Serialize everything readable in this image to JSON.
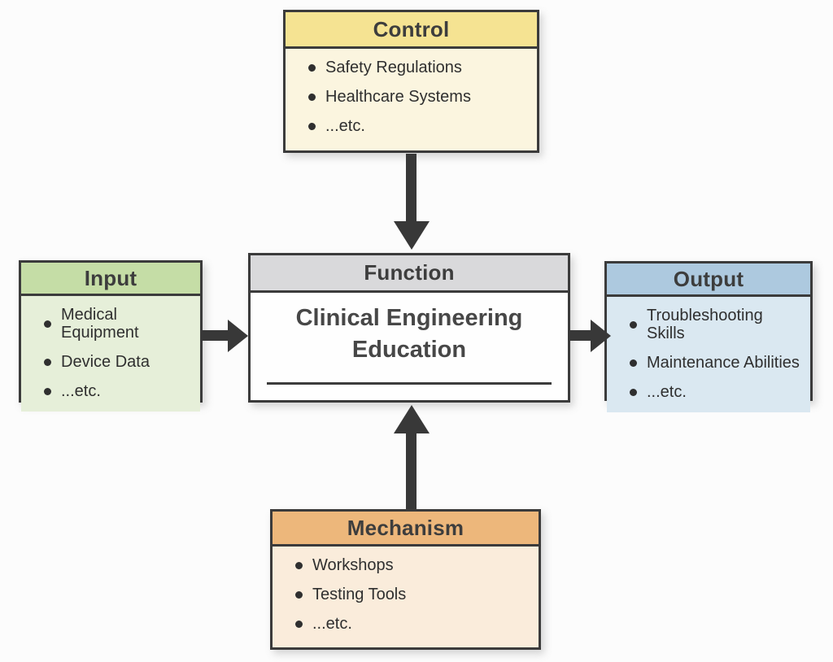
{
  "diagram": {
    "type": "IDEF0-function-block",
    "background": "#fcfcfc",
    "border_color": "#3b3b3b",
    "arrow_color": "#383838",
    "text_color": "#2f2f2f"
  },
  "boxes": {
    "control": {
      "label": "Control",
      "items": [
        "Safety Regulations",
        "Healthcare Systems",
        "...etc."
      ],
      "header_color": "#f5e392",
      "body_color": "#fbf5df"
    },
    "input": {
      "label": "Input",
      "items": [
        "Medical Equipment",
        "Device Data",
        "...etc."
      ],
      "header_color": "#c5dda6",
      "body_color": "#e6efd9"
    },
    "function": {
      "label": "Function",
      "content": "Clinical Engineering Education",
      "header_color": "#d9d9db",
      "body_color": "#fefefe"
    },
    "output": {
      "label": "Output",
      "items": [
        "Troubleshooting Skills",
        "Maintenance Abilities",
        "...etc."
      ],
      "header_color": "#adc9df",
      "body_color": "#dae8f1"
    },
    "mechanism": {
      "label": "Mechanism",
      "items": [
        "Workshops",
        "Testing Tools",
        "...etc."
      ],
      "header_color": "#edb77b",
      "body_color": "#faecdb"
    }
  },
  "arrows": [
    {
      "name": "control-to-function",
      "direction": "down"
    },
    {
      "name": "input-to-function",
      "direction": "right"
    },
    {
      "name": "function-to-output",
      "direction": "right"
    },
    {
      "name": "mechanism-to-function",
      "direction": "up"
    }
  ]
}
